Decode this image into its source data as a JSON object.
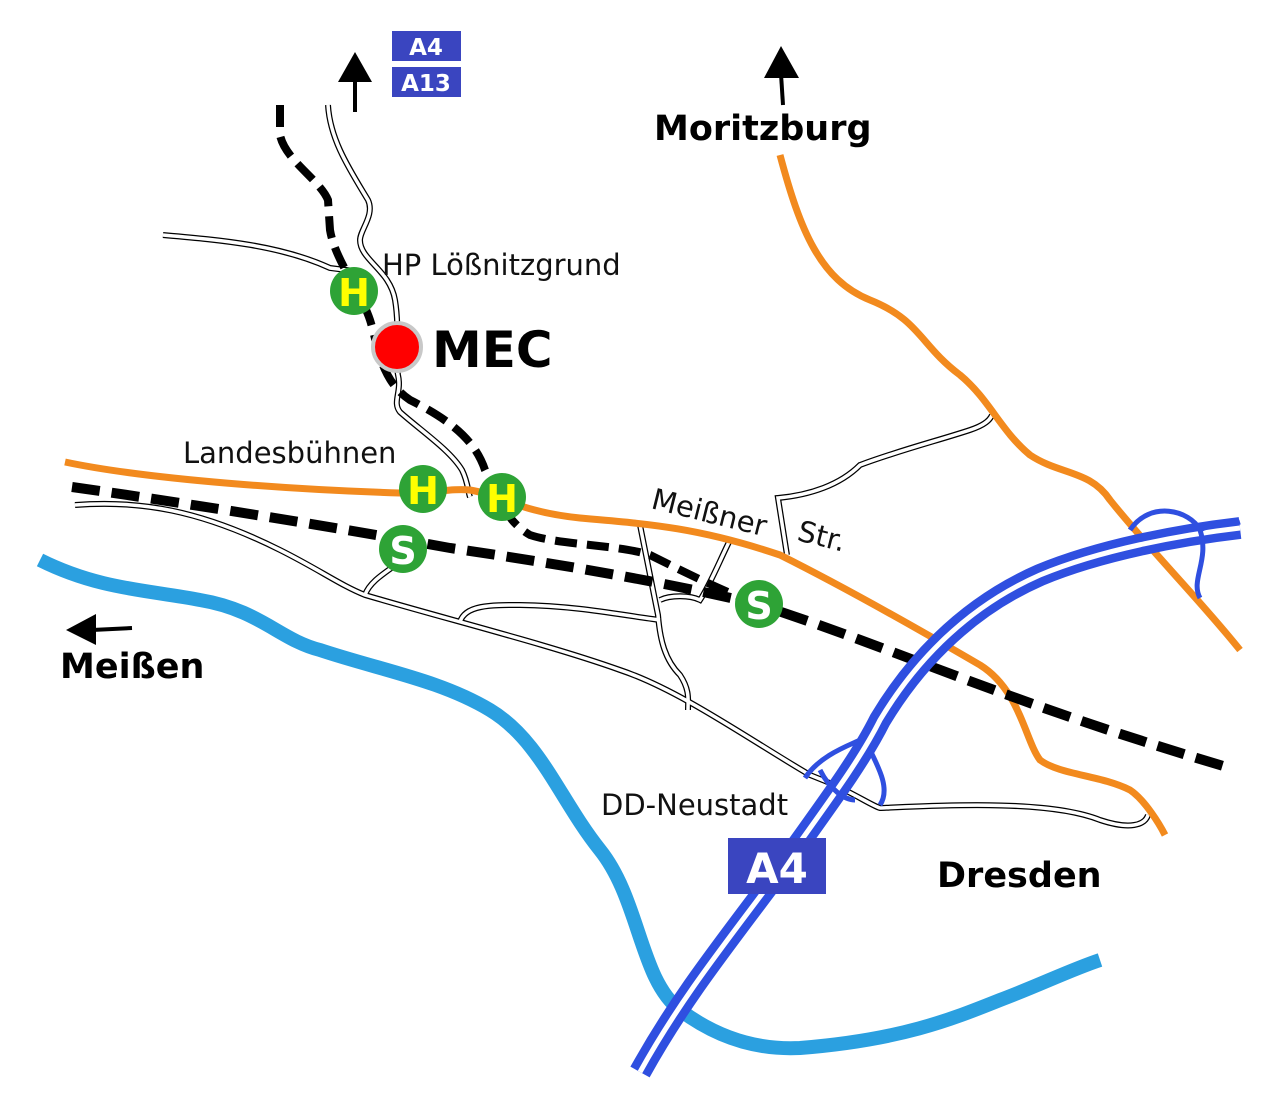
{
  "colors": {
    "river": "#2ba0e0",
    "main_road": "#f28a1e",
    "highway": "#2f4fe0",
    "shield": "#3a45c0",
    "station": "#2ea336",
    "station_letter": "#ffff00",
    "mec": "#ff0000"
  },
  "shields": {
    "top_a4": "A4",
    "top_a13": "A13",
    "main_a4": "A4"
  },
  "places": {
    "moritzburg": "Moritzburg",
    "meissen": "Meißen",
    "dresden": "Dresden",
    "mec": "MEC"
  },
  "stops": {
    "loessnitzgrund": "HP Lößnitzgrund",
    "landesbuehnen": "Landesbühnen",
    "dd_neustadt": "DD-Neustadt"
  },
  "streets": {
    "meissner_a": "Meißner",
    "meissner_b": "Str."
  },
  "symbols": {
    "h": "H",
    "s": "S"
  }
}
